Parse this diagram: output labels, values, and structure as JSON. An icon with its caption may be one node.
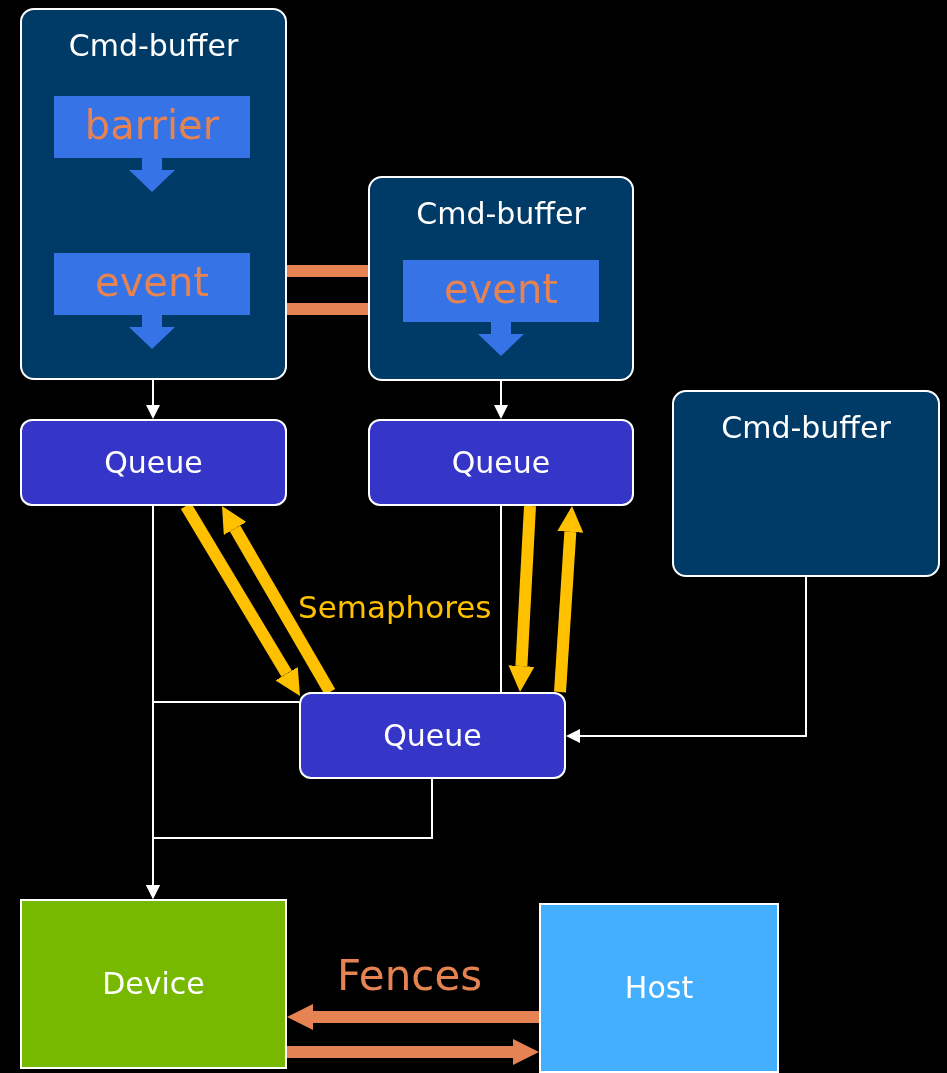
{
  "diagram": {
    "nodes": [
      {
        "text": [
          "Cmd-buffer"
        ]
      },
      {
        "text": [
          "barrier"
        ],
        "in": 0
      },
      {
        "text": [
          "event"
        ],
        "in": 0
      },
      {
        "text": [
          "Cmd-buffer"
        ]
      },
      {
        "text": [
          "event"
        ],
        "in": 3
      },
      {
        "text": [
          "Queue"
        ]
      },
      {
        "text": [
          "Queue"
        ]
      },
      {
        "text": [
          "Cmd-buffer"
        ]
      },
      {
        "text": [
          "Queue"
        ]
      },
      {
        "text": [
          "Device"
        ]
      },
      {
        "text": [
          "Host"
        ]
      }
    ],
    "edges": [
      {
        "from": 4,
        "to": 2,
        "arrow": "to",
        "color": "#e58352"
      },
      {
        "from": 2,
        "to": 4,
        "arrow": "to",
        "color": "#e58352"
      },
      {
        "from": 0,
        "to": 5,
        "arrow": "to"
      },
      {
        "from": 3,
        "to": 6,
        "arrow": "to"
      },
      {
        "from": 5,
        "to": 8,
        "arrow": "to",
        "color": "#ffc000"
      },
      {
        "from": 8,
        "to": 5,
        "arrow": "to",
        "color": "#ffc000"
      },
      {
        "from": 6,
        "to": 8,
        "arrow": "to",
        "color": "#ffc000"
      },
      {
        "from": 8,
        "to": 6,
        "arrow": "to",
        "color": "#ffc000"
      },
      {
        "from": 5,
        "to": 9,
        "arrow": "to"
      },
      {
        "from": 5,
        "to": 8,
        "arrow": "none"
      },
      {
        "from": 6,
        "to": 8,
        "arrow": "none"
      },
      {
        "from": 7,
        "to": 8,
        "arrow": "to"
      },
      {
        "from": 8,
        "to": 9,
        "arrow": "to"
      },
      {
        "from": 10,
        "to": 9,
        "arrow": "to",
        "color": "#e58352"
      },
      {
        "from": 9,
        "to": 10,
        "arrow": "to",
        "color": "#e58352"
      }
    ],
    "labels": [
      "Semaphores",
      "Fences"
    ]
  }
}
